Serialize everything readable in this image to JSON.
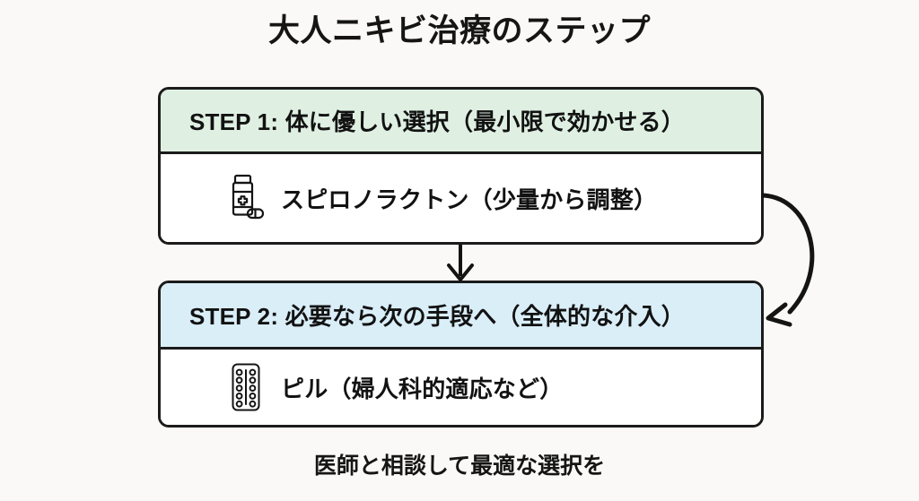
{
  "page": {
    "title": "大人ニキビ治療のステップ",
    "footnote": "医師と相談して最適な選択を",
    "background_color": "#faf9f7",
    "text_color": "#141414",
    "border_color": "#1b1b1b"
  },
  "steps": [
    {
      "header": "STEP 1: 体に優しい選択（最小限で効かせる）",
      "header_color": "#dff0e3",
      "item_label": "スピロノラクトン（少量から調整）",
      "item_icon": "pill-bottle-icon"
    },
    {
      "header": "STEP 2: 必要なら次の手段へ（全体的な介入）",
      "header_color": "#daeef8",
      "item_label": "ピル（婦人科的適応など）",
      "item_icon": "blister-pack-icon"
    }
  ],
  "connectors": [
    {
      "name": "step1-to-step2-down-arrow",
      "type": "straight-down-arrow"
    },
    {
      "name": "step1-to-step2-curved-arrow",
      "type": "curved-right-loop-arrow"
    }
  ]
}
